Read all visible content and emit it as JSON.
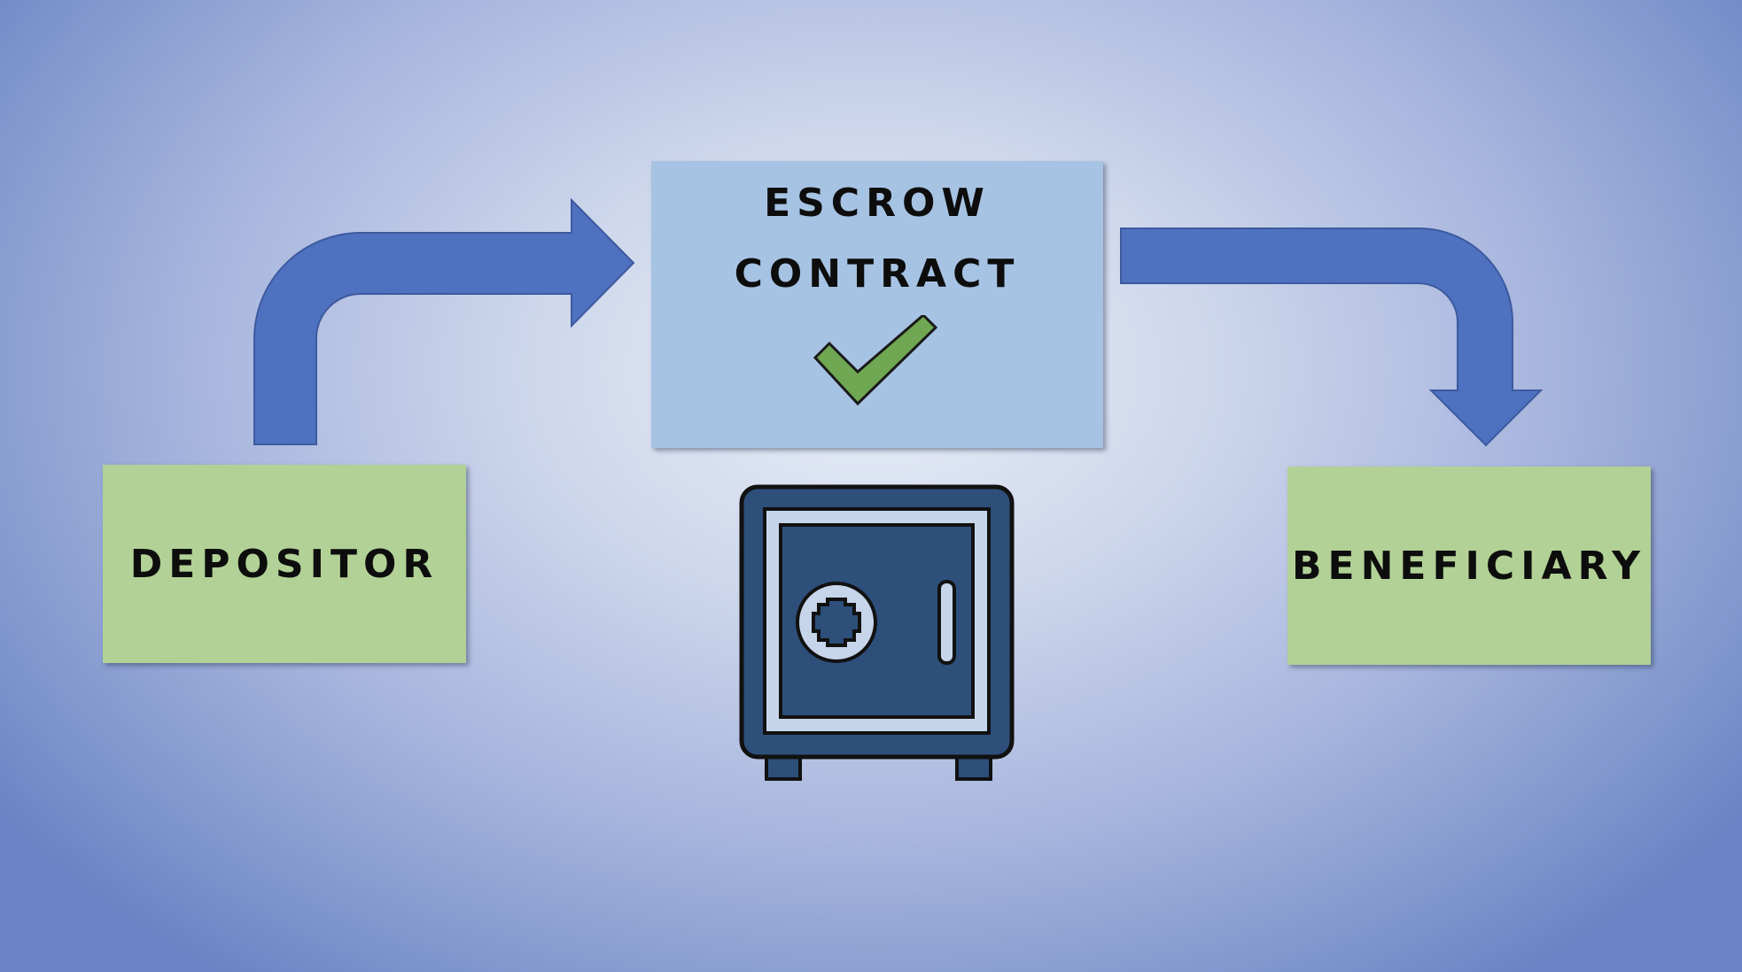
{
  "diagram": {
    "depositor": {
      "label": "DEPOSITOR"
    },
    "escrow": {
      "title_line1": "ESCROW",
      "title_line2": "CONTRACT",
      "status_icon": "checkmark-icon"
    },
    "beneficiary": {
      "label": "BENEFICIARY"
    },
    "safe": {
      "icon": "safe-icon"
    },
    "arrows": {
      "depositor_to_escrow": "curved-arrow-icon",
      "escrow_to_beneficiary": "curved-arrow-icon"
    }
  },
  "colors": {
    "party_box": "#b2d196",
    "contract_box": "#a7c3e3",
    "arrow": "#4e71c0",
    "checkmark": "#70a752",
    "safe_fill": "#2d4f7a",
    "safe_inner": "#c7d5ea"
  }
}
